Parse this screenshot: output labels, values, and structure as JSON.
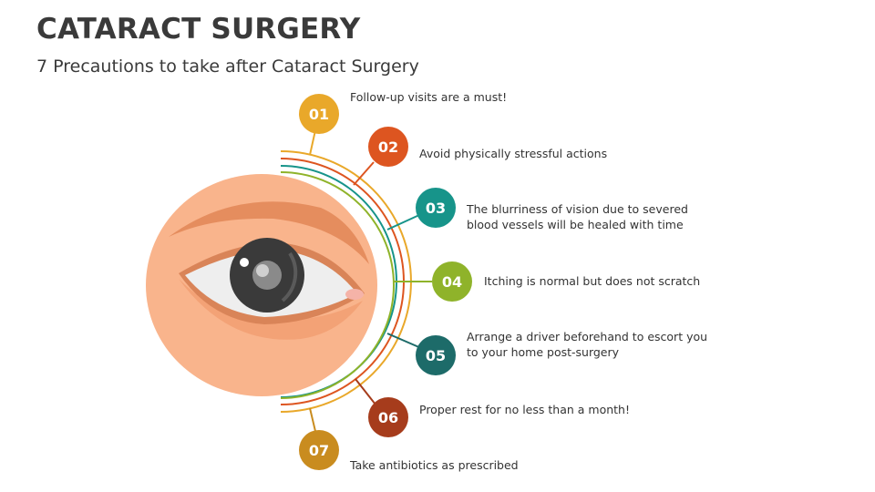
{
  "title": "CATARACT SURGERY",
  "subtitle": "7 Precautions to take after Cataract Surgery",
  "colors": {
    "skin": "#f9b48c",
    "skin_dark": "#e58d5e",
    "iris": "#3a3a3a",
    "sclera": "#eeeeee",
    "step1": "#e9a82a",
    "step2": "#dd5520",
    "step3": "#17948a",
    "step4": "#8fb32a",
    "step5": "#1d6b69",
    "step6": "#a63c1c",
    "step7": "#c98c1f"
  },
  "steps": [
    {
      "number": "01",
      "text": "Follow-up visits are a must!"
    },
    {
      "number": "02",
      "text": "Avoid physically stressful actions"
    },
    {
      "number": "03",
      "text": "The blurriness of vision due to severed blood vessels will be healed with time"
    },
    {
      "number": "04",
      "text": "Itching is normal but does not scratch"
    },
    {
      "number": "05",
      "text": "Arrange a driver beforehand to escort you to your home post-surgery"
    },
    {
      "number": "06",
      "text": "Proper rest for no less than a month!"
    },
    {
      "number": "07",
      "text": "Take antibiotics as prescribed"
    }
  ]
}
